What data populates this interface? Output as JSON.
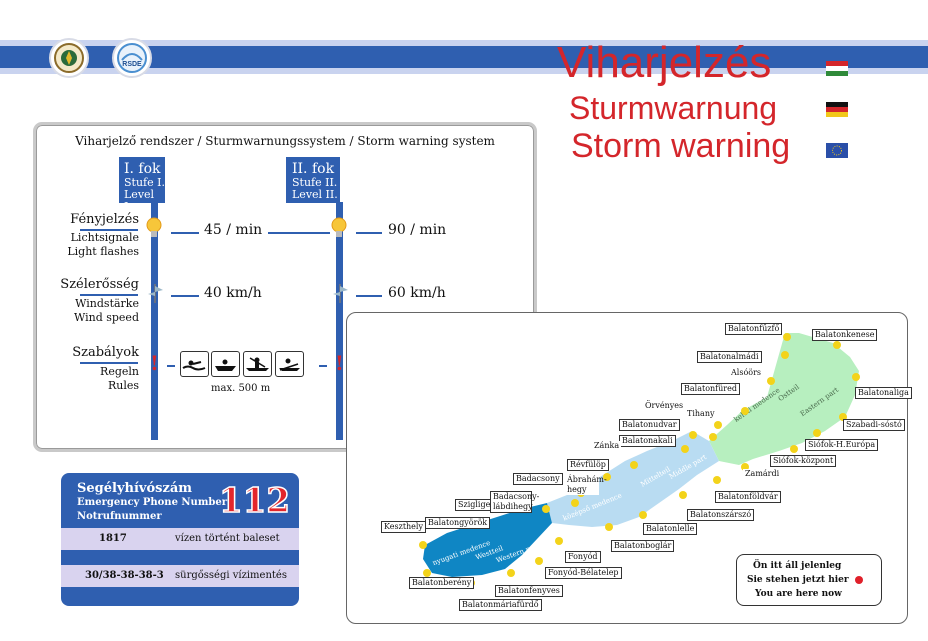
{
  "header": {
    "titles": [
      "Viharjelzés",
      "Sturmwarnung",
      "Storm warning"
    ],
    "flags": [
      "flag-hungary-icon",
      "flag-germany-icon",
      "flag-eu-icon"
    ],
    "logo_right_text": "RSDE"
  },
  "storm_system": {
    "heading": "Viharjelző rendszer / Sturmwarnungssystem / Storm warning system",
    "level1": {
      "title": "I. fok",
      "sub1": "Stufe I.",
      "sub2": "Level I."
    },
    "level2": {
      "title": "II. fok",
      "sub1": "Stufe II.",
      "sub2": "Level II."
    },
    "light": {
      "hu": "Fényjelzés",
      "de": "Lichtsignale",
      "en": "Light flashes",
      "rate1": "45 / min",
      "rate2": "90 / min"
    },
    "wind": {
      "hu": "Szélerősség",
      "de": "Windstärke",
      "en": "Wind speed",
      "speed1": "40 km/h",
      "speed2": "60 km/h"
    },
    "rules": {
      "hu": "Szabályok",
      "de": "Regeln",
      "en": "Rules",
      "mark": "!",
      "distance": "max. 500 m"
    }
  },
  "emergency": {
    "title_hu": "Segélyhívószám",
    "title_en": "Emergency Phone Number",
    "title_de": "Notrufnummer",
    "number": "112",
    "rows": [
      {
        "phone": "1817",
        "desc": "vízen történt baleset"
      },
      {
        "phone": "30/38-38-38-3",
        "desc": "sürgősségi vízimentés"
      }
    ]
  },
  "map": {
    "labels": [
      "Balatonfűzfő",
      "Balatonkenese",
      "Balatonalmádi",
      "Alsóörs",
      "Balatonaliga",
      "Balatonfüred",
      "Szabadi-sóstó",
      "Örvényes",
      "Tihany",
      "Siófok-H.Európa",
      "Balatonudvar",
      "Balatonakali",
      "Siófok-központ",
      "Zánka",
      "Zamárdi",
      "Révfülöp",
      "Badacsony",
      "Ábrahám-hegy",
      "Balatonföldvár",
      "Szigliget",
      "Badacsony-lábdihegy",
      "Balatonszárszó",
      "Keszthely",
      "Balatongyörök",
      "Balatonlelle",
      "Balatonboglár",
      "Fonyód",
      "Fonyód-Bélatelep",
      "Balatonberény",
      "Balatonfenyves",
      "Balatonmáriafürdő"
    ],
    "basins": [
      "keleti medence",
      "Ostteil",
      "Eastern part",
      "középső medence",
      "Mittelteil",
      "Middle part",
      "nyugati medence",
      "Westteil",
      "Western part"
    ],
    "legend": [
      "Ön itt áll jelenleg",
      "Sie stehen jetzt hier",
      "You are here now"
    ],
    "colors": {
      "east": "#b7efbf",
      "middle": "#b9dcf2",
      "west": "#0f86c4",
      "pin": "#f3d31a",
      "here": "#e0202a"
    }
  }
}
